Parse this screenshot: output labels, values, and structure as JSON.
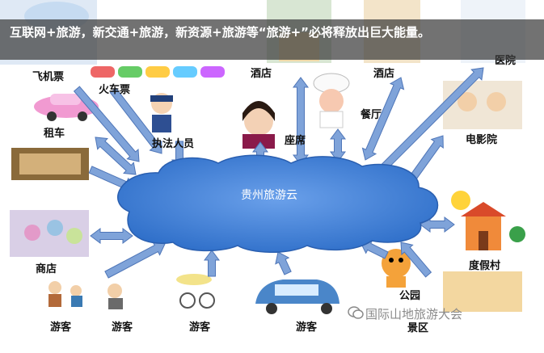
{
  "caption": "互联网+旅游，新交通+旅游，新资源+旅游等“旅游+”必将释放出巨大能量。",
  "center": "贵州旅游云",
  "nodes": {
    "flight": "飞机票",
    "train": "火车票",
    "hotel1": "酒店",
    "hotel2": "酒店",
    "hospital": "医院",
    "car_rental": "租车",
    "law": "执法人员",
    "seat": "座席",
    "restaurant": "餐厅",
    "cinema": "电影院",
    "shop": "商店",
    "resort": "度假村",
    "tourist1": "游客",
    "tourist2": "游客",
    "tourist3": "游客",
    "tourist4": "游客",
    "park": "公园",
    "scenic": "景区"
  },
  "watermark": "国际山地旅游大会",
  "colors": {
    "cloud": "#3f7fd6",
    "arrow": "#7fa3d9",
    "arrow_edge": "#4f76b8"
  }
}
